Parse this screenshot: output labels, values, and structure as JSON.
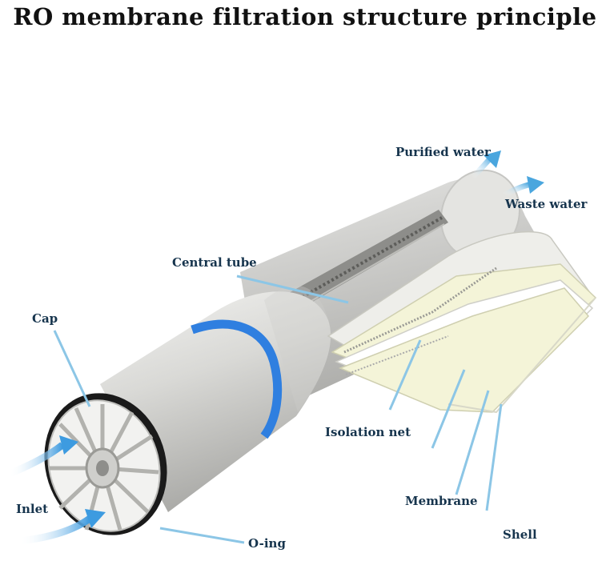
{
  "title": "RO membrane filtration structure principle",
  "labels": {
    "purified_water": "Purified water",
    "waste_water": "Waste water",
    "central_tube": "Central tube",
    "cap": "Cap",
    "isolation_net": "Isolation net",
    "inlet": "Inlet",
    "membrane": "Membrane",
    "o_ring": "O-ing",
    "shell": "Shell"
  },
  "colors": {
    "title": "#111111",
    "label": "#16344d",
    "leader_line": "#8cc6e6",
    "arrow": "#4aa6de",
    "blue_band": "#2f7fe0",
    "shell": "#d6d6d2",
    "membrane_layer": "#f4f4d8"
  }
}
